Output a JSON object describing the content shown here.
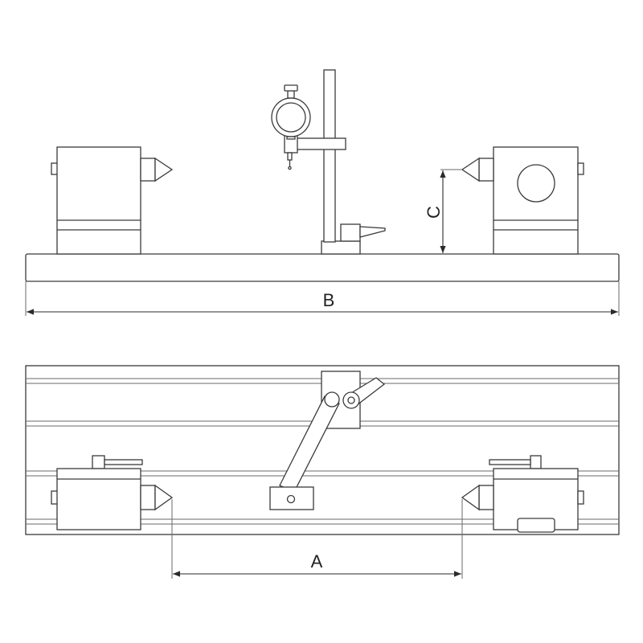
{
  "labels": {
    "a": "A",
    "b": "B",
    "c": "C"
  },
  "colors": {
    "line": "#3a3a3a",
    "background": "#ffffff"
  }
}
